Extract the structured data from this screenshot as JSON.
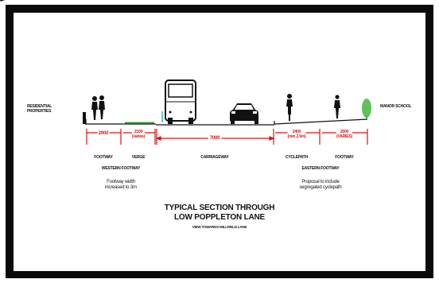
{
  "labels": {
    "residential": "RESIDENTIAL\nPROPERTIES",
    "manor_school": "MANOR SCHOOL"
  },
  "dimensions": {
    "footway_west": "2000",
    "verge": "2100\n(varies)",
    "carriageway": "7000",
    "cyclepath": "2400\n(min 2.5m)",
    "footway_east": "2000\n(VARIES)"
  },
  "sections": {
    "footway_west": "FOOTWAY",
    "verge": "VERGE",
    "carriageway": "CARRIAGEWAY",
    "cyclepath": "CYCLEPATH",
    "footway_east": "FOOTWAY"
  },
  "groups": {
    "western": "WESTERN FOOTWAY",
    "eastern": "EASTERN FOOTWAY"
  },
  "notes": {
    "western": "Footway width\nincreased to 3m",
    "eastern": "Proposal to include\nsegregated cyclepath"
  },
  "title": {
    "line1": "TYPICAL SECTION THROUGH",
    "line2": "LOW POPPLETON LANE",
    "view": "VIEW TOWARDS MILLFIELD LANE"
  },
  "colors": {
    "dimension": "#e01010",
    "verge": "#3aa23a",
    "tree": "#5fc25a",
    "kerb_marker": "#3ab0c8"
  }
}
